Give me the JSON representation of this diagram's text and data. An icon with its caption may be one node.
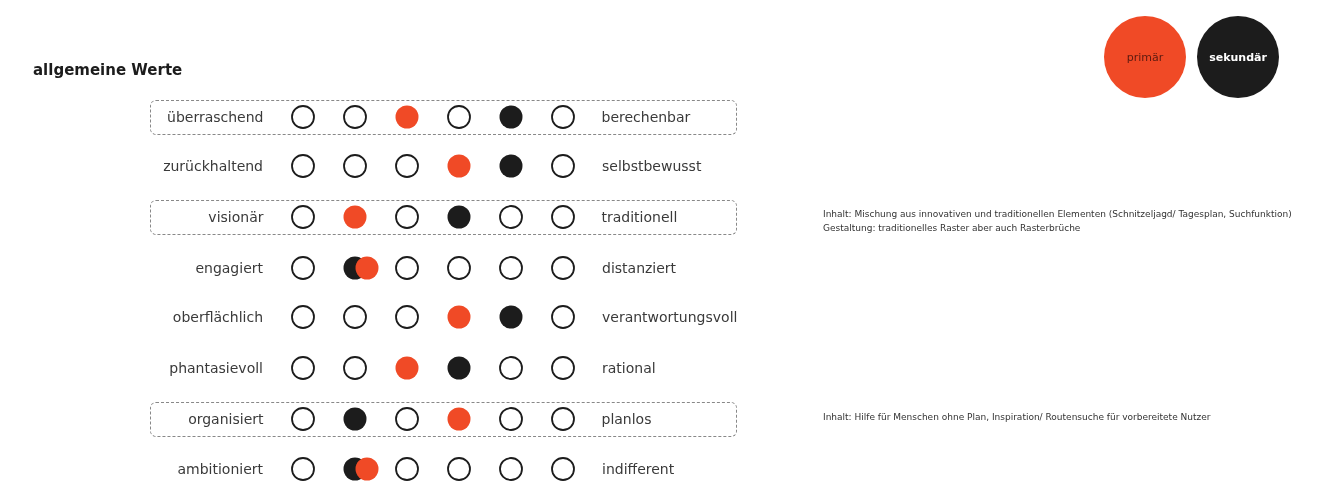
{
  "diagram": {
    "title": "allgemeine Werte",
    "nodes": [
      {
        "text": [
          "überraschend",
          "berechenbar"
        ]
      },
      {
        "text": [
          "visionär",
          "traditionell"
        ]
      },
      {
        "text": [
          "organisiert",
          "planlos"
        ]
      }
    ],
    "labels": [
      "zurückhaltend",
      "selbstbewusst",
      "Inhalt: Mischung aus innovativen und traditionellen Elementen (Schnitzeljagd/ Tagesplan, Suchfunktion)",
      "Gestaltung: traditionelles Raster aber auch Rasterbrüche",
      "engagiert",
      "distanziert",
      "oberflächlich",
      "verantwortungsvoll",
      "phantasievoll",
      "rational",
      "Inhalt: Hilfe für Menschen ohne Plan, Inspiration/ Routensuche für vorbereitete Nutzer",
      "ambitioniert",
      "indifferent"
    ],
    "legend": [
      {
        "text": "primär",
        "color": "#f04a26"
      },
      {
        "text": "sekundär",
        "color": "#1c1c1c"
      }
    ]
  }
}
